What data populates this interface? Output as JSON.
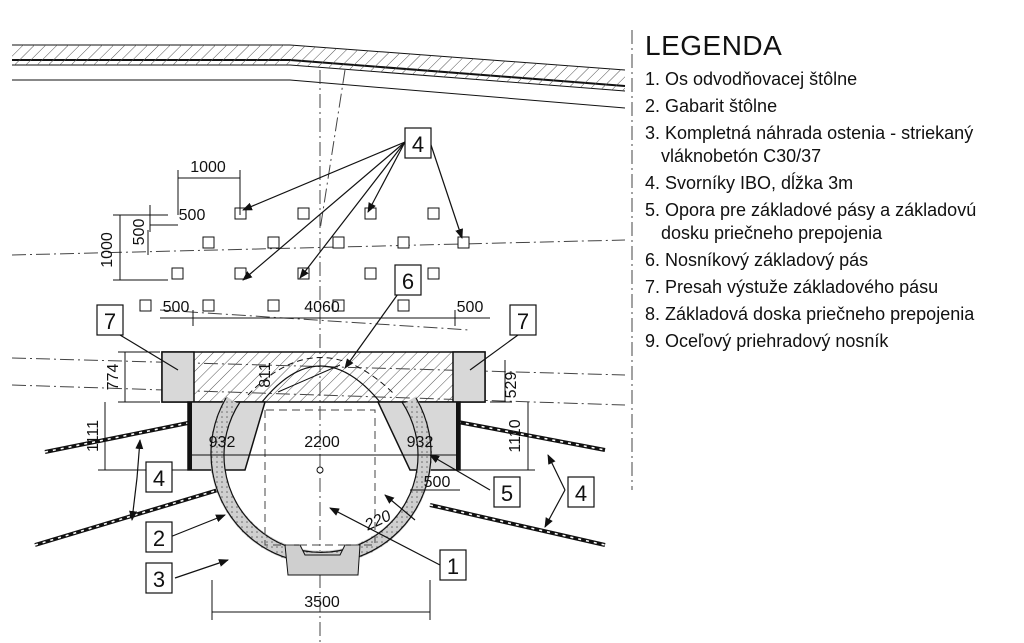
{
  "legend": {
    "title": "LEGENDA",
    "items": [
      [
        "1. Os odvodňovacej štôlne"
      ],
      [
        "2. Gabarit štôlne"
      ],
      [
        "3. Kompletná náhrada ostenia - striekaný",
        "vláknobetón C30/37"
      ],
      [
        "4. Svorníky IBO, dĺžka 3m"
      ],
      [
        "5. Opora pre základové pásy a základovú",
        "dosku priečneho prepojenia"
      ],
      [
        "6. Nosníkový základový pás"
      ],
      [
        "7. Presah výstuže základového pásu"
      ],
      [
        "8. Základová doska priečneho prepojenia"
      ],
      [
        "9. Oceľový priehradový nosník"
      ]
    ]
  },
  "dimensions": {
    "bolt_spacing_h": "1000",
    "bolt_spacing_h_half": "500",
    "bolt_spacing_v": "1000",
    "bolt_spacing_v_half": "500",
    "edge_left": "500",
    "beam_span": "4060",
    "edge_right": "500",
    "beam_height_left": "774",
    "beam_height_center": "811",
    "beam_height_right": "529",
    "support_height_left": "1111",
    "support_height_right": "1110",
    "opening_left": "932",
    "opening_center": "2200",
    "opening_right": "932",
    "support_width": "500",
    "lining_thickness": "220",
    "tunnel_width": "3500"
  },
  "callouts": {
    "bolts": "4",
    "bolts_left": "4",
    "bolts_right": "4",
    "beam": "6",
    "overlap_left": "7",
    "overlap_right": "7",
    "support": "5",
    "gauge": "2",
    "lining": "3",
    "axis": "1"
  }
}
